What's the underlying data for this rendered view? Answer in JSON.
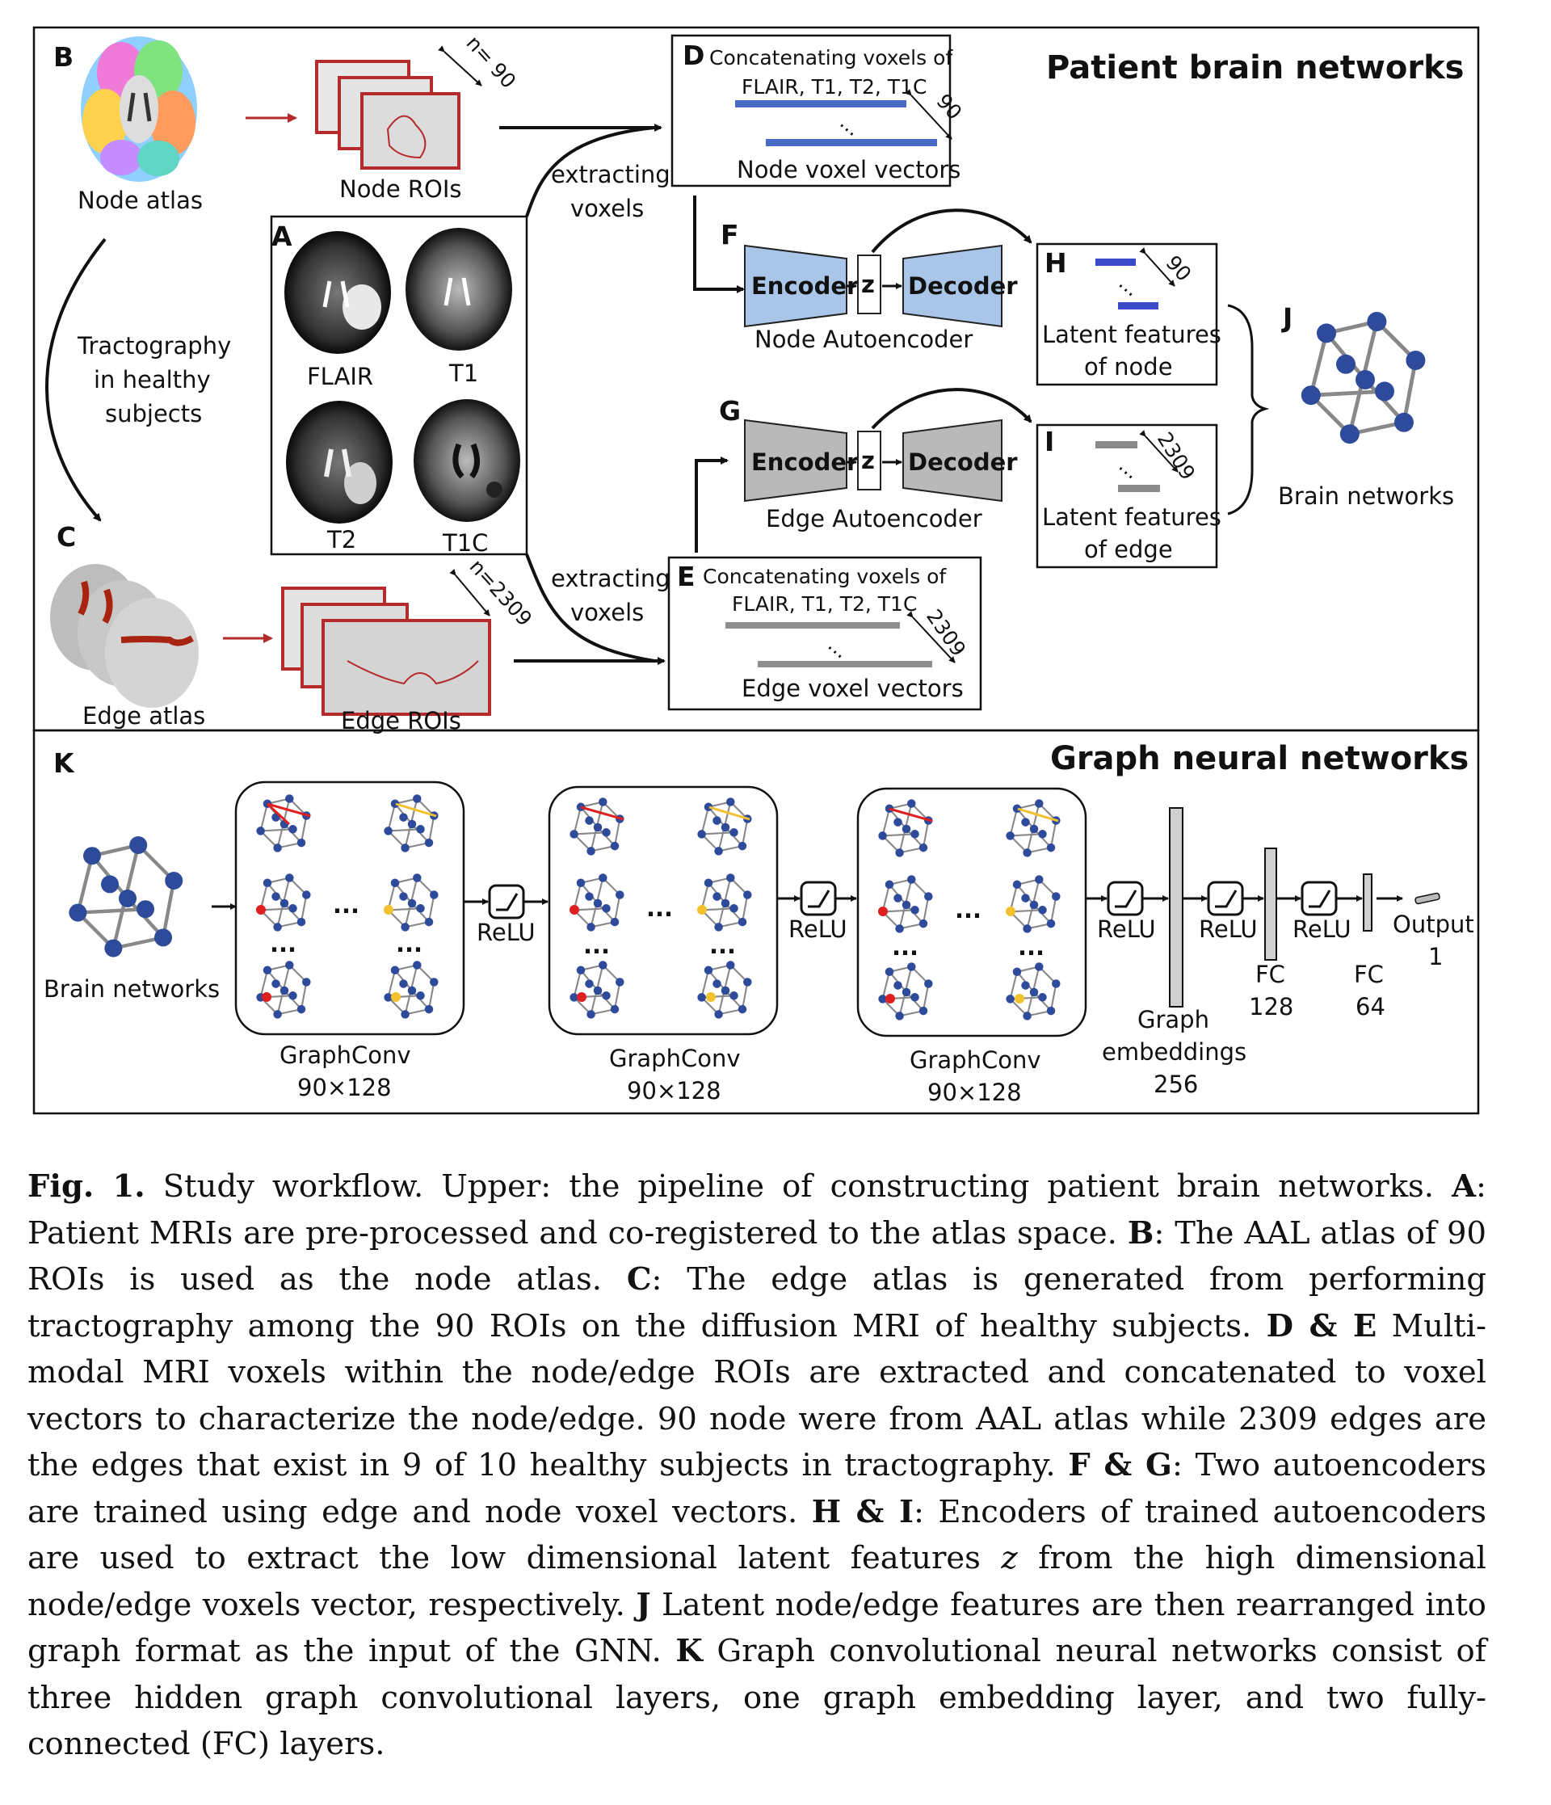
{
  "figure": {
    "upper_title": "Patient brain networks",
    "lower_title": "Graph neural networks",
    "panel_letters": {
      "A": "A",
      "B": "B",
      "C": "C",
      "D": "D",
      "E": "E",
      "F": "F",
      "G": "G",
      "H": "H",
      "I": "I",
      "J": "J",
      "K": "K"
    },
    "node_atlas_label": "Node atlas",
    "edge_atlas_label": "Edge atlas",
    "node_rois_label": "Node ROIs",
    "edge_rois_label": "Edge ROIs",
    "node_roi_count": "n= 90",
    "edge_roi_count": "n=2309",
    "tractography_line1": "Tractography",
    "tractography_line2": "in healthy",
    "tractography_line3": "subjects",
    "mri_labels": {
      "flair": "FLAIR",
      "t1": "T1",
      "t2": "T2",
      "t1c": "T1C"
    },
    "extract_line1": "extracting",
    "extract_line2": "voxels",
    "node_concat_line1": "Concatenating voxels of",
    "node_concat_line2": "FLAIR, T1, T2, T1C",
    "node_vectors_label": "Node voxel vectors",
    "node_vector_count": "90",
    "edge_concat_line1": "Concatenating voxels of",
    "edge_concat_line2": "FLAIR, T1, T2, T1C",
    "edge_vectors_label": "Edge voxel vectors",
    "edge_vector_count": "2309",
    "encoder": "Encoder",
    "decoder": "Decoder",
    "z": "z",
    "node_ae_label": "Node Autoencoder",
    "edge_ae_label": "Edge Autoencoder",
    "latent_node_line1": "Latent features",
    "latent_node_line2": "of node",
    "latent_edge_line1": "Latent features",
    "latent_edge_line2": "of edge",
    "latent_node_count": "90",
    "latent_edge_count": "2309",
    "brain_networks": "Brain networks",
    "gnn_input_label": "Brain networks",
    "relu": "ReLU",
    "ellipsis": "...",
    "dots_v": "···",
    "graphconv": "GraphConv",
    "graphconv_dim": "90×128",
    "graph_emb_line1": "Graph",
    "graph_emb_line2": "embeddings",
    "graph_emb_dim": "256",
    "fc": "FC",
    "fc1_dim": "128",
    "fc2_dim": "64",
    "output": "Output",
    "output_dim": "1",
    "colors": {
      "node": "#2e4a9a",
      "edge": "#888888",
      "red": "#e02020",
      "yellow": "#f2c12e",
      "encoder_node": "#a9c6e8",
      "encoder_edge": "#b9b9b9",
      "roi_red": "#b52a2a"
    }
  },
  "caption": {
    "label": "Fig. 1.",
    "intro": "Study workflow. Upper: the pipeline of constructing patient brain networks.",
    "a_key": "A",
    "a_text": ": Patient MRIs are pre-processed and co-registered to the atlas space.",
    "b_key": "B",
    "b_text": ": The AAL atlas of 90 ROIs is used as the node atlas.",
    "c_key": "C",
    "c_text": ": The edge atlas is generated from performing tractography among the 90 ROIs on the diffusion MRI of healthy subjects.",
    "de_key": "D & E",
    "de_text": " Multi-modal MRI voxels within the node/edge ROIs are extracted and concatenated to voxel vectors to characterize the node/edge. 90 node were from AAL atlas while 2309 edges are the edges that exist in 9 of 10 healthy subjects in tractography.",
    "fg_key": "F & G",
    "fg_text": ": Two autoencoders are trained using edge and node voxel vectors.",
    "hi_key": "H & I",
    "hi_text": ": Encoders of trained autoencoders are used to extract the low dimensional latent features ",
    "hi_var": "z",
    "hi_text2": " from the high dimensional node/edge voxels vector, respectively.",
    "j_key": "J",
    "j_text": " Latent node/edge features are then rearranged into graph format as the input of the GNN.",
    "k_key": "K",
    "k_text": " Graph convolutional neural networks consist of three hidden graph convolutional layers, one graph embedding layer, and two fully-connected (FC) layers."
  }
}
